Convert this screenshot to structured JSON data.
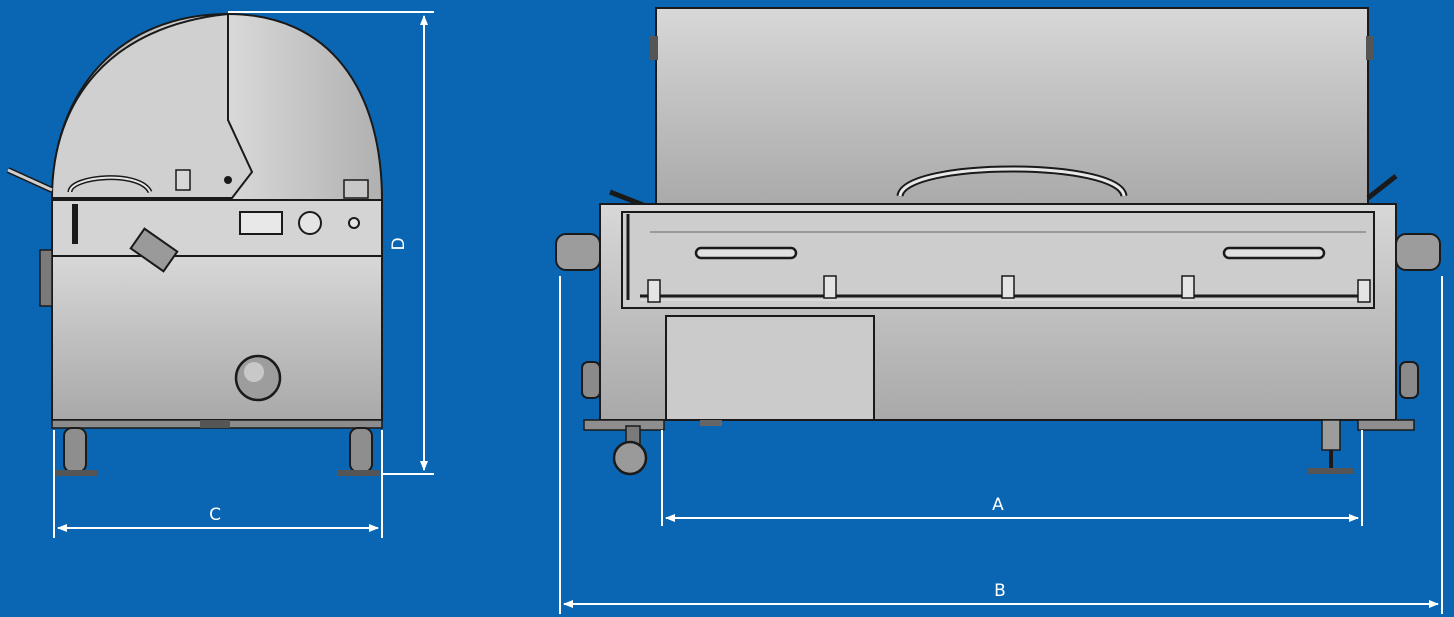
{
  "colors": {
    "background": "#0a66b3",
    "dimension_line": "#ffffff",
    "machine_body": "#b9b9b9",
    "machine_outline": "#1a1a1a"
  },
  "dimensions": {
    "a": "A",
    "b": "B",
    "c": "C",
    "d": "D"
  },
  "views": {
    "side_view": "side-view-illustration",
    "front_view": "front-view-illustration"
  }
}
